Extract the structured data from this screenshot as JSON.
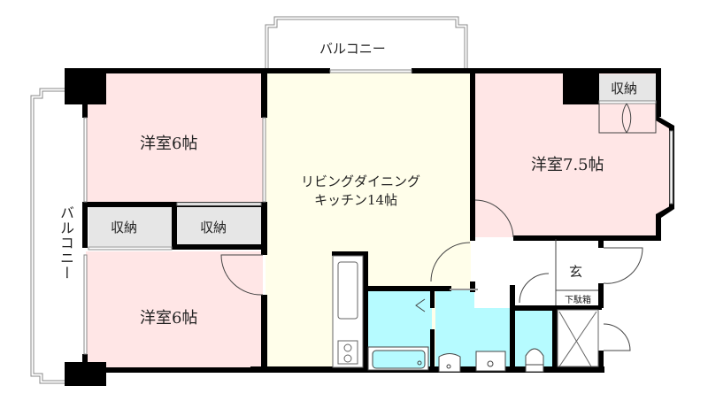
{
  "colors": {
    "bedroom": "#ffe6e6",
    "ldk": "#fffeea",
    "wet_area": "#b6fbff",
    "storage": "#e6e6e6",
    "wall": "#000000",
    "entrance": "#ffffff"
  },
  "balconies": {
    "top": "バルコニー",
    "left": "バルコニー"
  },
  "rooms": {
    "bedroom_top_left": "洋室6帖",
    "bedroom_bottom_left": "洋室6帖",
    "bedroom_right": "洋室7.5帖",
    "ldk_line1": "リビングダイニング",
    "ldk_line2": "キッチン14帖",
    "storage_left_1": "収納",
    "storage_left_2": "収納",
    "storage_right": "収納",
    "entrance": "玄",
    "shoe_box": "下駄箱"
  }
}
